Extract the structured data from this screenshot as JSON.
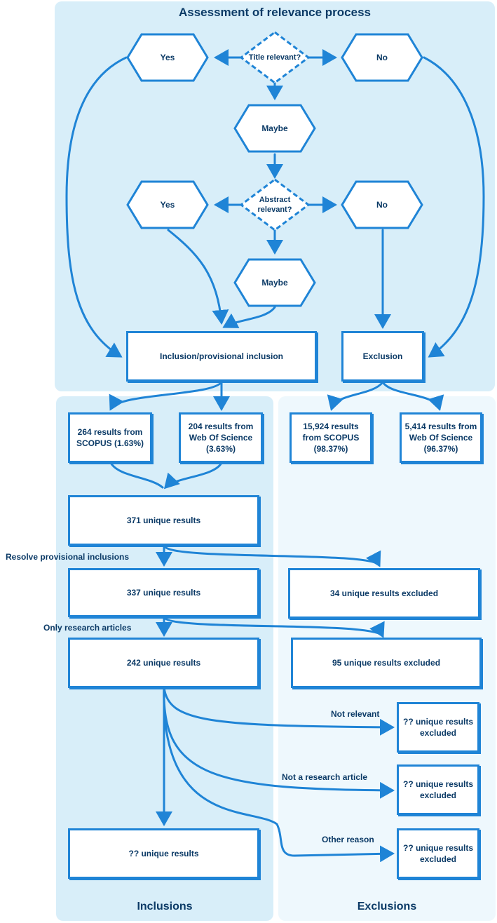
{
  "title": "Assessment of relevance process",
  "nodes": {
    "title_relevant": "Title relevant?",
    "yes_1": "Yes",
    "no_1": "No",
    "maybe_1": "Maybe",
    "abstract_relevant": "Abstract relevant?",
    "yes_2": "Yes",
    "no_2": "No",
    "maybe_2": "Maybe",
    "inclusion": "Inclusion/provisional inclusion",
    "exclusion": "Exclusion"
  },
  "results": {
    "scopus_incl": "264 results from SCOPUS (1.63%)",
    "wos_incl": "204 results from Web Of Science (3.63%)",
    "scopus_excl": "15,924 results from SCOPUS (98.37%)",
    "wos_excl": "5,414 results from Web Of Science (96.37%)",
    "unique_371": "371 unique results",
    "unique_337": "337 unique results",
    "unique_242": "242 unique results",
    "unique_final": "?? unique results",
    "excluded_34": "34 unique results excluded",
    "excluded_95": "95 unique results excluded",
    "excluded_not_relevant": "?? unique results excluded",
    "excluded_not_research": "?? unique results excluded",
    "excluded_other": "?? unique results excluded"
  },
  "step_labels": {
    "resolve": "Resolve provisional inclusions",
    "only_research": "Only research articles",
    "not_relevant": "Not relevant",
    "not_research": "Not a research article",
    "other_reason": "Other reason"
  },
  "sections": {
    "inclusions": "Inclusions",
    "exclusions": "Exclusions"
  },
  "colors": {
    "arrow": "#1f84d6",
    "panel": "#d8eef9",
    "panel_light": "#eef8fd",
    "text": "#0b3a66"
  }
}
